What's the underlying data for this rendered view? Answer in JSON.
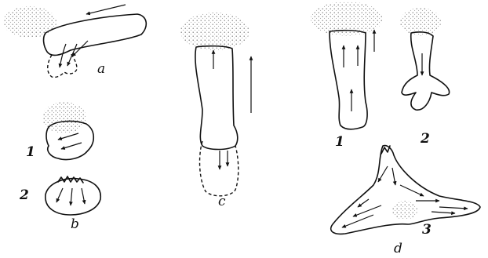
{
  "labels": {
    "a": "a",
    "b": "b",
    "c": "c",
    "d": "d",
    "b_1": "1",
    "b_2": "2",
    "d_1": "1",
    "d_2": "2",
    "d_3": "3"
  },
  "colors": {
    "ink": "#111111",
    "paper": "#ffffff",
    "stipple": "#6b6b6b"
  }
}
